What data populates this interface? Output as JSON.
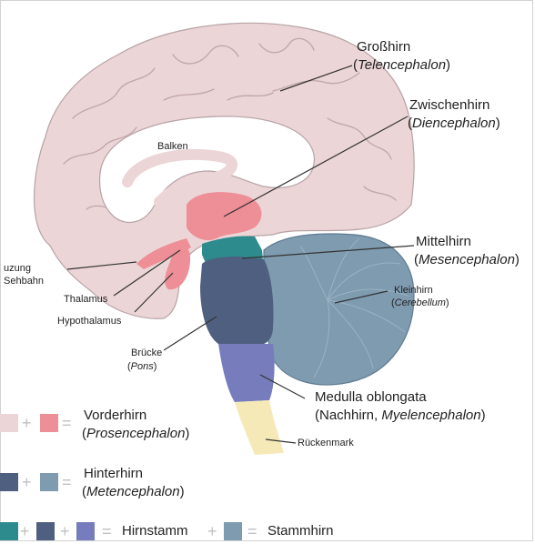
{
  "colors": {
    "telencephalon": "#ecd5d6",
    "diencephalon": "#ee8e96",
    "mesencephalon": "#2d8b8d",
    "pons": "#4f5f7f",
    "medulla": "#767cbc",
    "cerebellum": "#7f9bb0",
    "spinal_cord": "#f5eab7",
    "outline": "#b7a2a5",
    "white_matter": "#ffffff"
  },
  "labels": {
    "grosshirn": "Großhirn",
    "telencephalon": "Telencephalon",
    "zwischenhirn": "Zwischenhirn",
    "diencephalon": "Diencephalon",
    "balken": "Balken",
    "mittelhirn": "Mittelhirn",
    "mesencephalon": "Mesencephalon",
    "kleinhirn": "Kleinhirn",
    "cerebellum": "Cerebellum",
    "kreuzung_partial": "uzung",
    "sehbahn": "Sehbahn",
    "thalamus": "Thalamus",
    "hypothalamus": "Hypothalamus",
    "bruecke": "Brücke",
    "pons": "Pons",
    "medulla": "Medulla oblongata",
    "nachhirn_prefix": "(Nachhirn, ",
    "myelencephalon": "Myelencephalon",
    "rueckenmark": "Rückenmark"
  },
  "legend": {
    "plus": "+",
    "equals": "=",
    "vorderhirn": "Vorderhirn",
    "prosencephalon": "Prosencephalon",
    "hinterhirn": "Hinterhirn",
    "metencephalon": "Metencephalon",
    "hirnstamm": "Hirnstamm",
    "stammhirn": "Stammhirn"
  }
}
